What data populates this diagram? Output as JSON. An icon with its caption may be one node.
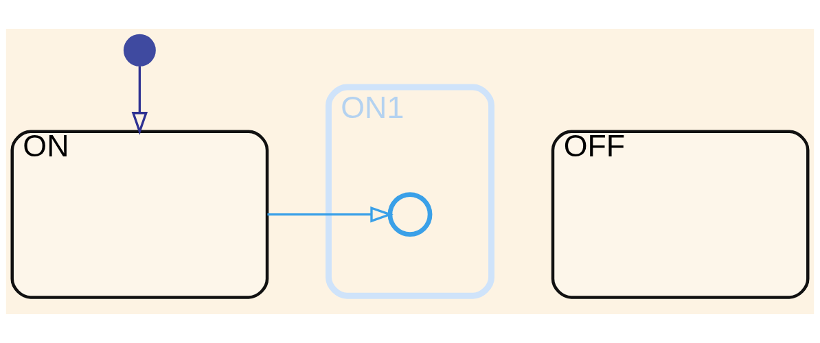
{
  "diagram": {
    "nodes": [
      {
        "text": [],
        "shape": "circle"
      },
      {
        "text": [
          "ON"
        ]
      },
      {
        "text": [
          "ON1"
        ]
      },
      {
        "text": [],
        "shape": "circle",
        "in": 2
      },
      {
        "text": [
          "OFF"
        ]
      }
    ],
    "edges": [
      {
        "from": 0,
        "to": 1,
        "arrow": "to",
        "color": "#2e3192"
      },
      {
        "from": 1,
        "to": 3,
        "arrow": "to",
        "color": "#3aa0e8"
      }
    ]
  }
}
